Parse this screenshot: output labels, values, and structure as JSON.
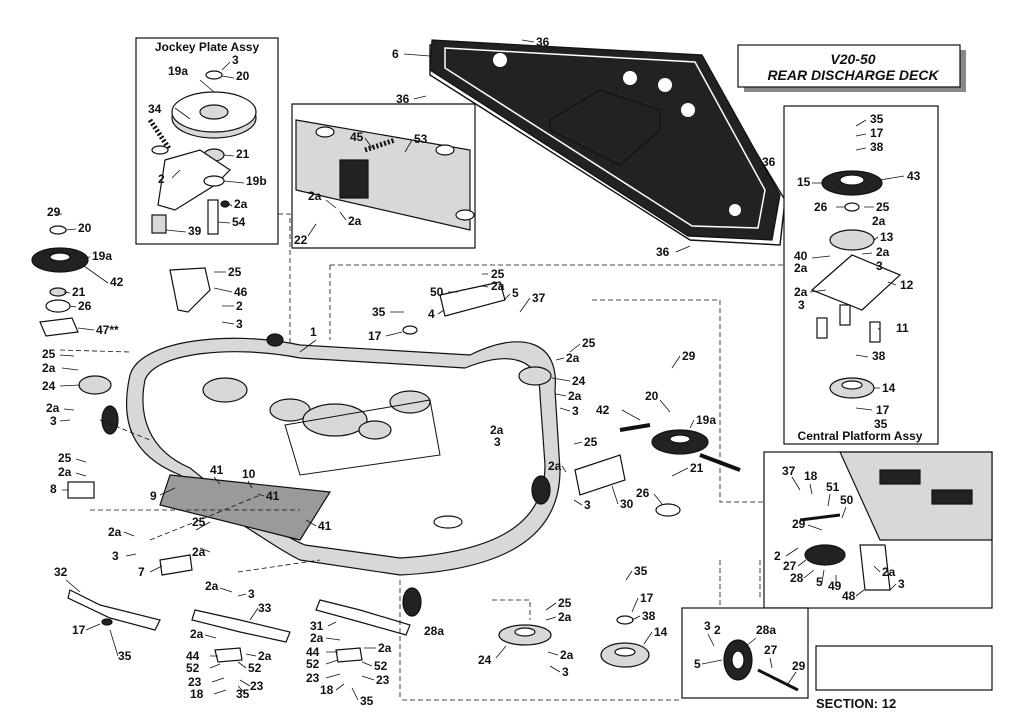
{
  "title": {
    "line1": "V20-50",
    "line2": "REAR DISCHARGE DECK"
  },
  "section": "SECTION: 12",
  "insets": {
    "jockey": "Jockey Plate Assy",
    "central": "Central Platform Assy"
  },
  "callouts": {
    "c1": "1",
    "c2": "2",
    "c3": "3",
    "c4": "4",
    "c5": "5",
    "c6": "6",
    "c7": "7",
    "c8": "8",
    "c9": "9",
    "c10": "10",
    "c11": "11",
    "c12": "12",
    "c13": "13",
    "c14": "14",
    "c15": "15",
    "c17": "17",
    "c18": "18",
    "c19a": "19a",
    "c19b": "19b",
    "c20": "20",
    "c21": "21",
    "c22": "22",
    "c23": "23",
    "c24": "24",
    "c25": "25",
    "c26": "26",
    "c27": "27",
    "c28": "28",
    "c28a": "28a",
    "c29": "29",
    "c30": "30",
    "c31": "31",
    "c32": "32",
    "c33": "33",
    "c34": "34",
    "c35": "35",
    "c36": "36",
    "c37": "37",
    "c38": "38",
    "c39": "39",
    "c40": "40",
    "c41": "41",
    "c42": "42",
    "c43": "43",
    "c44": "44",
    "c45": "45",
    "c46": "46",
    "c47": "47**",
    "c48": "48",
    "c49": "49",
    "c50": "50",
    "c51": "51",
    "c52": "52",
    "c53": "53",
    "c54": "54",
    "c2a": "2a"
  }
}
